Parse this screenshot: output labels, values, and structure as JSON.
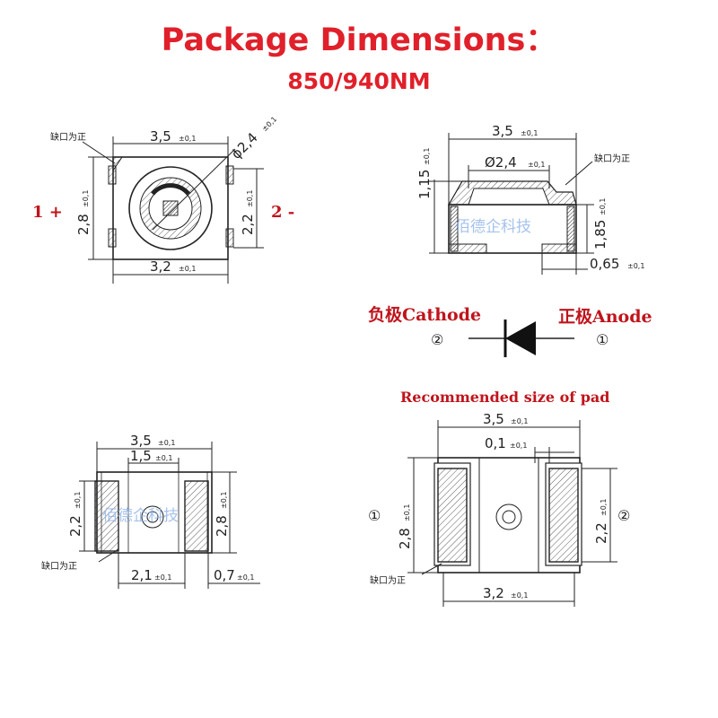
{
  "header": {
    "title": "Package Dimensions：",
    "subtitle": "850/940NM"
  },
  "top_view": {
    "width_top": "3,5",
    "width_bottom": "3,2",
    "height_left": "2,8",
    "height_right": "2,2",
    "lens_diameter": "ϕ2,4",
    "tol": "±0,1",
    "notch_note": "缺口为正",
    "pin_left": "1 +",
    "pin_right": "2 -"
  },
  "side_view": {
    "width": "3,5",
    "lens_diameter": "Ø2,4",
    "total_height": "1,15",
    "body_height": "1,85",
    "lead_width": "0,65",
    "tol": "±0,1",
    "notch_note": "缺口为正",
    "watermark": "佰德企科技"
  },
  "polarity": {
    "cathode_label": "负极Cathode",
    "anode_label": "正极Anode",
    "cathode_pin": "②",
    "anode_pin": "①"
  },
  "bottom_view": {
    "width_top": "3,5",
    "inner_gap": "1,5",
    "height_left": "2,2",
    "height_right": "2,8",
    "pad_spacing": "2,1",
    "pad_width": "0,7",
    "tol": "±0,1",
    "notch_note": "缺口为正",
    "watermark": "佰德企科技"
  },
  "pad_layout": {
    "title": "Recommended size of pad",
    "width_top": "3,5",
    "offset": "0,1",
    "height_left": "2,8",
    "height_right": "2,2",
    "width_bottom": "3,2",
    "tol": "±0,1",
    "notch_note": "缺口为正",
    "pin_left": "①",
    "pin_right": "②"
  }
}
